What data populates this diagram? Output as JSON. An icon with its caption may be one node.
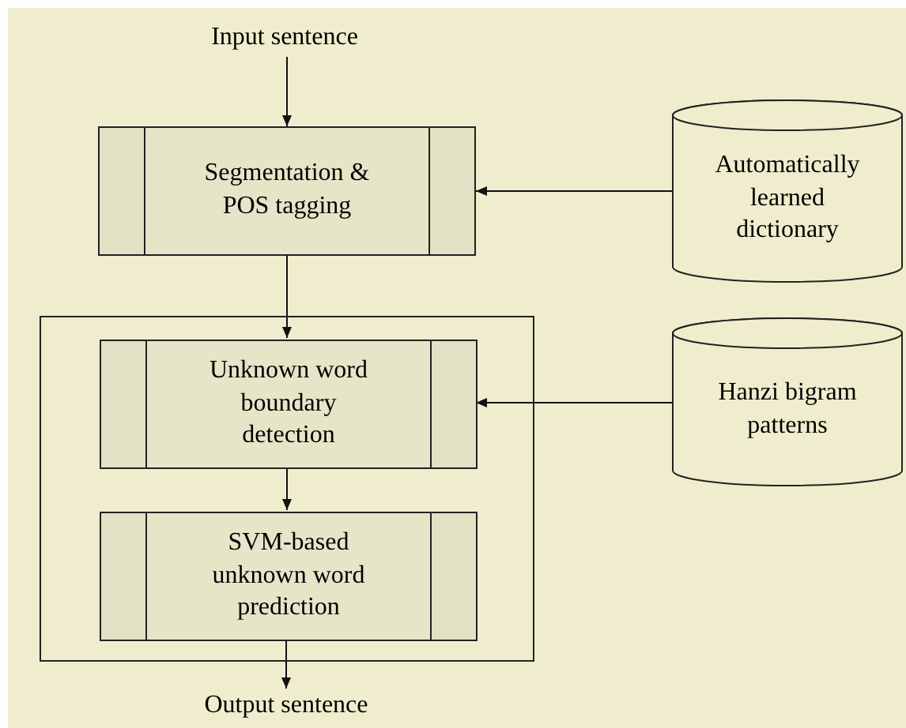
{
  "diagram": {
    "nodes": [
      {
        "text": [
          "Input sentence"
        ]
      },
      {
        "text": [
          "Segmentation & POS tagging"
        ]
      },
      {
        "text": [
          "Automatically learned dictionary"
        ]
      },
      {
        "text": [],
        "shape": "box"
      },
      {
        "text": [
          "Unknown word boundary detection"
        ],
        "in": 3
      },
      {
        "text": [
          "SVM-based unknown word prediction"
        ],
        "in": 3
      },
      {
        "text": [
          "Hanzi bigram patterns"
        ]
      },
      {
        "text": [
          "Output sentence"
        ]
      }
    ],
    "edges": [
      {
        "from": 0,
        "to": 1,
        "arrow": "to"
      },
      {
        "from": 2,
        "to": 1,
        "arrow": "to"
      },
      {
        "from": 1,
        "to": 4,
        "arrow": "to"
      },
      {
        "from": 6,
        "to": 4,
        "arrow": "to"
      },
      {
        "from": 4,
        "to": 5,
        "arrow": "to"
      },
      {
        "from": 5,
        "to": 7,
        "arrow": "to"
      }
    ]
  }
}
